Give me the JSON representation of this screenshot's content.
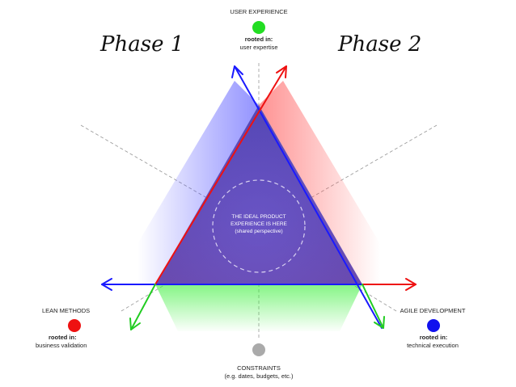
{
  "phases": {
    "left": "Phase 1",
    "right": "Phase 2"
  },
  "top": {
    "title": "USER EXPERIENCE",
    "rooted": "rooted in:",
    "basis": "user expertise",
    "color": "#22dd22"
  },
  "left": {
    "title": "LEAN METHODS",
    "rooted": "rooted in:",
    "basis": "business validation",
    "color": "#ee1111"
  },
  "right": {
    "title": "AGILE DEVELOPMENT",
    "rooted": "rooted in:",
    "basis": "technical execution",
    "color": "#1111ee"
  },
  "bottom": {
    "title": "CONSTRAINTS",
    "note": "(e.g. dates, budgets, etc.)",
    "color": "#aaaaaa"
  },
  "center": {
    "line1": "THE IDEAL PRODUCT",
    "line2": "EXPERIENCE IS HERE",
    "line3": "(shared perspective)"
  }
}
